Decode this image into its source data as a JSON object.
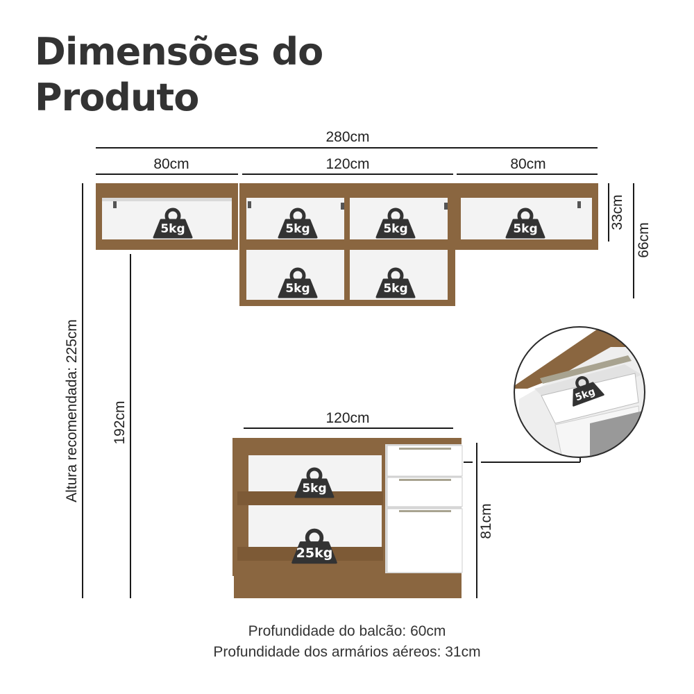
{
  "title": {
    "line1": "Dimensões do",
    "line2": "Produto"
  },
  "dimensions": {
    "total_width": "280cm",
    "left_upper_width": "80cm",
    "center_upper_width": "120cm",
    "right_upper_width": "80cm",
    "upper_height": "33cm",
    "upper_total_height": "66cm",
    "recommended_height": "Altura recomendada: 225cm",
    "mount_height": "192cm",
    "counter_width": "120cm",
    "counter_height": "81cm"
  },
  "weights": {
    "upper_left": "5kg",
    "upper_center_1": "5kg",
    "upper_center_2": "5kg",
    "upper_right": "5kg",
    "lower_center_1": "5kg",
    "lower_center_2": "5kg",
    "counter_shelf": "5kg",
    "counter_bottom": "25kg",
    "drawer": "5kg"
  },
  "footer": {
    "counter_depth": "Profundidade do balcão: 60cm",
    "cabinet_depth": "Profundidade dos armários aéreos: 31cm"
  },
  "colors": {
    "wood": "#8a6640",
    "wood_dark": "#6b4d2e",
    "interior": "#f2f2f2",
    "weight": "#333333",
    "line": "#1a1a1a"
  }
}
